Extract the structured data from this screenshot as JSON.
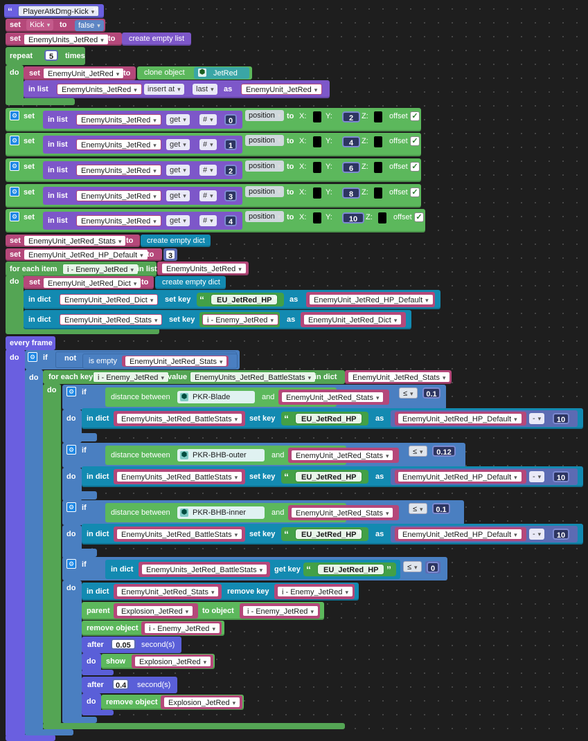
{
  "header": {
    "title": "PlayerAtkDmg-Kick"
  },
  "words": {
    "set": "set",
    "to": "to",
    "repeat": "repeat",
    "times": "times",
    "do": "do",
    "clone_object": "clone object",
    "in_list": "in list",
    "as": "as",
    "create_empty_list": "create empty list",
    "create_empty_dict": "create empty dict",
    "x": "X:",
    "y": "Y:",
    "z": "Z:",
    "offset": "offset",
    "for_each_item": "for each item",
    "in_list_kw": "in list",
    "in_dict": "in dict",
    "set_key": "set key",
    "get_key": "get key",
    "remove_key": "remove key",
    "every_frame": "every frame",
    "if": "if",
    "not": "not",
    "is_empty": "is empty",
    "for_each_key": "for each key",
    "value": "value",
    "in_dict_kw": "in dict",
    "distance_between": "distance between",
    "and": "and",
    "parent": "parent",
    "to_object": "to object",
    "remove_object": "remove object",
    "after": "after",
    "seconds": "second(s)",
    "show": "show"
  },
  "vars": {
    "kick": "Kick",
    "enemy_units": "EnemyUnits_JetRed",
    "enemy_unit": "EnemyUnit_JetRed",
    "stats": "EnemyUnit_JetRed_Stats",
    "hp_default": "EnemyUnit_JetRed_HP_Default",
    "dict": "EnemyUnit_JetRed_Dict",
    "battle_stats": "EnemyUnits_JetRed_BattleStats",
    "loop_var": "i - Enemy_JetRed",
    "explosion": "Explosion_JetRed"
  },
  "values": {
    "false": "false",
    "repeat_count": "5",
    "insert_at": "insert at",
    "last": "last",
    "get": "get",
    "hash": "#",
    "position": "position",
    "hp_default_value": "3",
    "eu_hp_key": "EU_JetRed_HP",
    "minus": "-",
    "dmg": "10",
    "le": "≤",
    "th_blade": "0.1",
    "th_outer": "0.12",
    "th_inner": "0.1",
    "th_zero": "0",
    "wait1": "0.05",
    "wait2": "0.4"
  },
  "objects": {
    "jetred": "JetRed",
    "blade": "PKR-Blade",
    "outer": "PKR-BHB-outer",
    "inner": "PKR-BHB-inner"
  },
  "positions": [
    {
      "index": "0",
      "y": "2"
    },
    {
      "index": "1",
      "y": "4"
    },
    {
      "index": "2",
      "y": "6"
    },
    {
      "index": "3",
      "y": "8"
    },
    {
      "index": "4",
      "y": "10"
    }
  ],
  "colors": {
    "variables": "#b5487a",
    "lists": "#7d57c9",
    "loops": "#5cb85c",
    "dicts": "#138ab1",
    "events": "#6a5fe0",
    "logic": "#4a7fc1",
    "text": "#43a047"
  }
}
